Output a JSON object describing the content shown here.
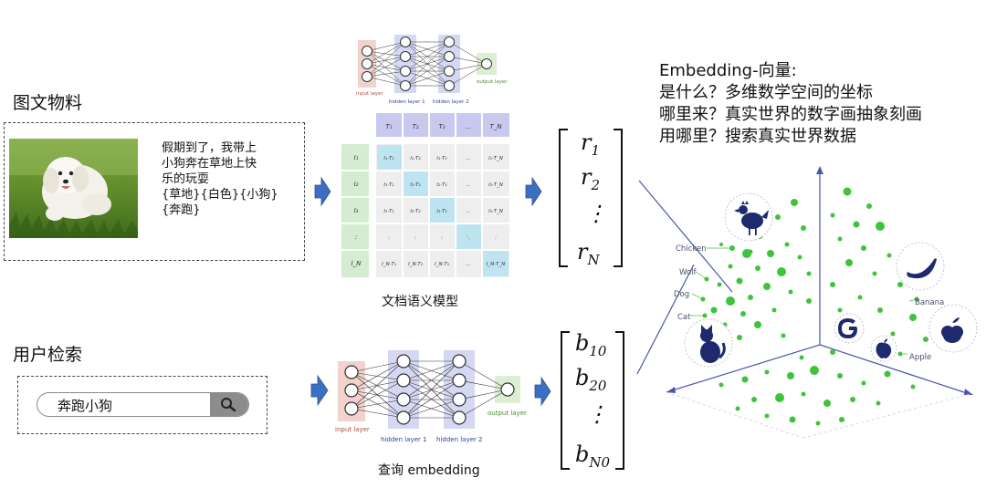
{
  "material": {
    "title": "图文物料",
    "caption_lines": [
      "假期到了，我带上",
      "小狗奔在草地上快",
      "乐的玩耍",
      "{草地}{白色}{小狗}",
      "{奔跑}"
    ]
  },
  "user_search": {
    "title": "用户检索",
    "query": "奔跑小狗"
  },
  "doc_model": {
    "label": "文档语义模型",
    "layers": [
      "input layer",
      "hidden layer 1",
      "hidden layer 2",
      "output layer"
    ],
    "col_headers": [
      "T₁",
      "T₂",
      "T₃",
      "...",
      "T_N"
    ],
    "row_headers": [
      "I₁",
      "I₂",
      "I₃",
      ":",
      "I_N"
    ],
    "cells": [
      [
        "I₁·T₁",
        "I₁·T₂",
        "I₁·T₃",
        "...",
        "I₁·T_N"
      ],
      [
        "I₂·T₁",
        "I₂·T₂",
        "I₂·T₃",
        "...",
        "I₂·T_N"
      ],
      [
        "I₃·T₁",
        "I₃·T₂",
        "I₃·T₃",
        "...",
        "I₃·T_N"
      ],
      [
        ":",
        ":",
        ":",
        "⋱",
        ":"
      ],
      [
        "I_N·T₁",
        "I_N·T₂",
        "I_N·T₃",
        "...",
        "I_N·T_N"
      ]
    ]
  },
  "query_model": {
    "label": "查询 embedding",
    "layers": [
      "input layer",
      "hidden layer 1",
      "hidden layer 2",
      "output layer"
    ]
  },
  "vector_r": {
    "items": [
      "r",
      "r",
      "⋮",
      "r"
    ],
    "subs": [
      "1",
      "2",
      "",
      "N"
    ]
  },
  "vector_b": {
    "items": [
      "b",
      "b",
      "⋮",
      "b"
    ],
    "subs": [
      "10",
      "20",
      "",
      "N0"
    ]
  },
  "info": {
    "lines": [
      "Embedding-向量:",
      "是什么？多维数学空间的坐标",
      "哪里来？真实世界的数字画抽象刻画",
      "用哪里？搜索真实世界数据"
    ]
  },
  "space": {
    "labels": [
      "Chicken",
      "Wolf",
      "Dog",
      "Cat",
      "Banana",
      "Apple"
    ],
    "icons": [
      "chicken-icon",
      "banana-icon",
      "google-icon",
      "apple-logo-icon",
      "apple-fruit-icon",
      "cat-icon"
    ],
    "colors": {
      "dot": "#3ec43a",
      "axis": "#4a56a8",
      "icon": "#1e2a6e"
    }
  },
  "colors": {
    "arrow": "#3a6fc4",
    "input_layer": "#e8b8b0",
    "hidden_layer": "#b8bfe8",
    "output_layer": "#c7e2b8"
  }
}
